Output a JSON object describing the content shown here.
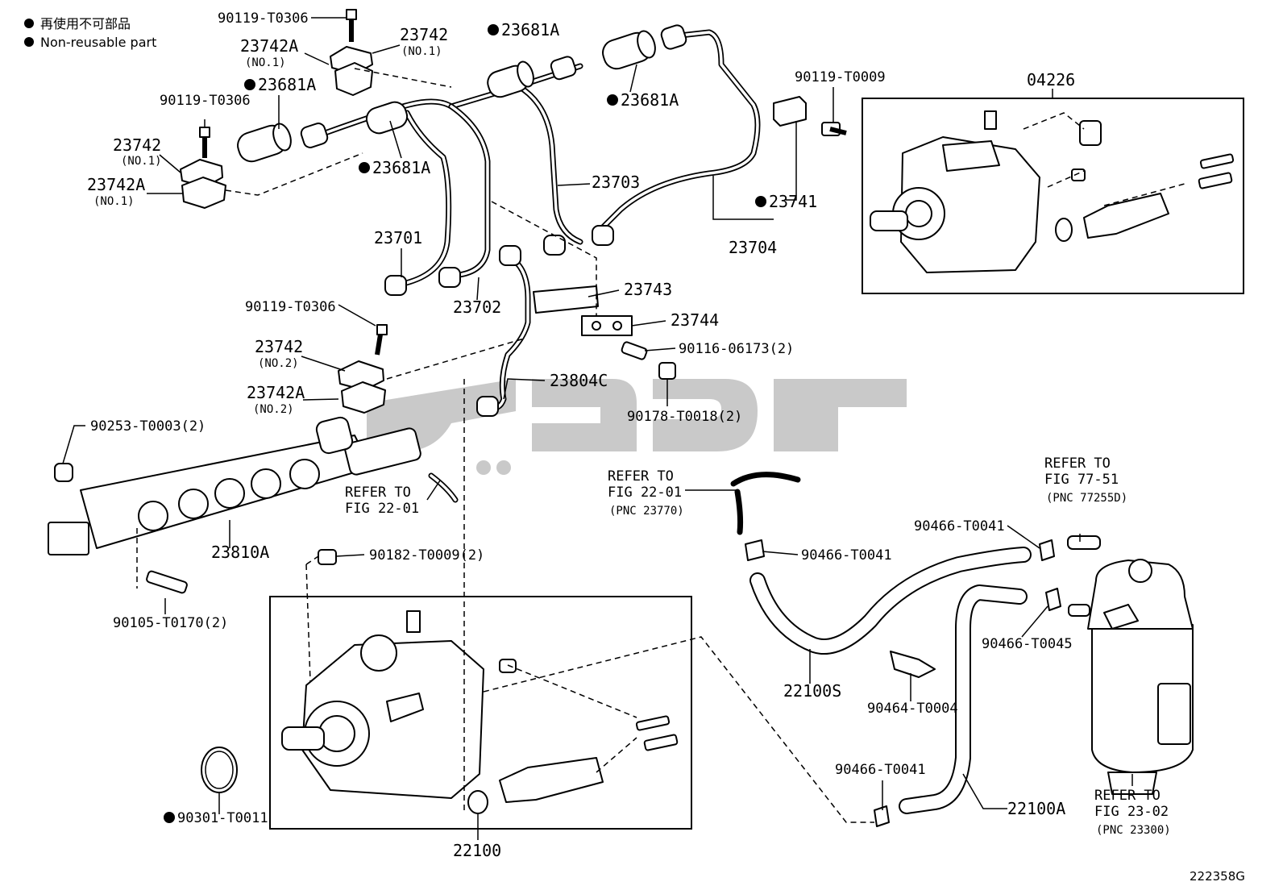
{
  "legend": {
    "jp": "再使用不可部品",
    "en": "Non-reusable part"
  },
  "figure_code": "222358G",
  "labels": {
    "p90119_t0306_top": "90119-T0306",
    "p23742_top": "23742",
    "p23742_top_sub": "(NO.1)",
    "p23742a_top": "23742A",
    "p23742a_top_sub": "(NO.1)",
    "p23681a_top": "23681A",
    "p23681a_right": "23681A",
    "p23681a_left": "23681A",
    "p23681a_mid": "23681A",
    "p90119_t0306_left": "90119-T0306",
    "p23742_left": "23742",
    "p23742_left_sub": "(NO.1)",
    "p23742a_left": "23742A",
    "p23742a_left_sub": "(NO.1)",
    "p23703": "23703",
    "p23701": "23701",
    "p23702": "23702",
    "p90119_t0009": "90119-T0009",
    "p23741": "23741",
    "p23704": "23704",
    "p04226": "04226",
    "p23743": "23743",
    "p23744": "23744",
    "p90116_06173": "90116-06173(2)",
    "p90178_t0018": "90178-T0018(2)",
    "p90119_t0306_mid": "90119-T0306",
    "p23742_no2": "23742",
    "p23742_no2_sub": "(NO.2)",
    "p23742a_no2": "23742A",
    "p23742a_no2_sub": "(NO.2)",
    "p23804c": "23804C",
    "p90253_t0003": "90253-T0003(2)",
    "refer_22_01_a_1": "REFER TO",
    "refer_22_01_a_2": "FIG 22-01",
    "refer_22_01_b_1": "REFER TO",
    "refer_22_01_b_2": "FIG 22-01",
    "refer_22_01_b_3": "(PNC 23770)",
    "refer_77_51_1": "REFER TO",
    "refer_77_51_2": "FIG 77-51",
    "refer_77_51_3": "(PNC 77255D)",
    "p23810a": "23810A",
    "p90182_t0009": "90182-T0009(2)",
    "p90105_t0170": "90105-T0170(2)",
    "p90466_t0041_mid": "90466-T0041",
    "p90466_t0041_top": "90466-T0041",
    "p90466_t0045": "90466-T0045",
    "p22100s": "22100S",
    "p90464_t0004": "90464-T0004",
    "p90466_t0041_bot": "90466-T0041",
    "p22100a": "22100A",
    "refer_23_02_1": "REFER TO",
    "refer_23_02_2": "FIG 23-02",
    "refer_23_02_3": "(PNC 23300)",
    "p90301_t0011": "90301-T0011",
    "p22100": "22100"
  }
}
